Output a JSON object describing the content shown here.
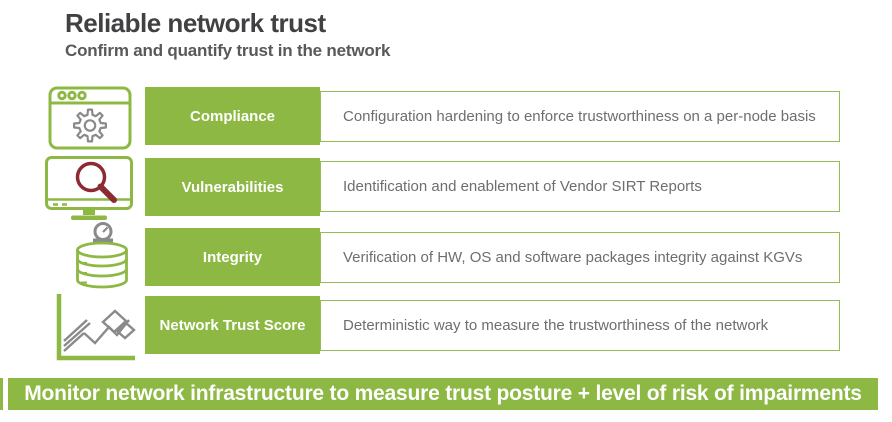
{
  "header": {
    "title": "Reliable network trust",
    "subtitle": "Confirm and quantify trust in the network"
  },
  "rows": [
    {
      "icon": "browser-gear-icon",
      "label": "Compliance",
      "description": "Configuration hardening to enforce trustworthiness on a per-node basis"
    },
    {
      "icon": "monitor-search-icon",
      "label": "Vulnerabilities",
      "description": "Identification and enablement of Vendor SIRT Reports"
    },
    {
      "icon": "database-gauge-icon",
      "label": "Integrity",
      "description": "Verification of HW, OS and software packages integrity against KGVs"
    },
    {
      "icon": "trend-chart-icon",
      "label": "Network Trust Score",
      "description": "Deterministic way to measure the trustworthiness of the network"
    }
  ],
  "banner": {
    "text": "Monitor network infrastructure to measure trust posture + level of risk of impairments"
  },
  "colors": {
    "accent_green": "#8cb843",
    "magnifier_red": "#8d2a32",
    "icon_gray": "#8a8a8a",
    "title_gray": "#414042",
    "body_text_gray": "#6d6e71"
  }
}
